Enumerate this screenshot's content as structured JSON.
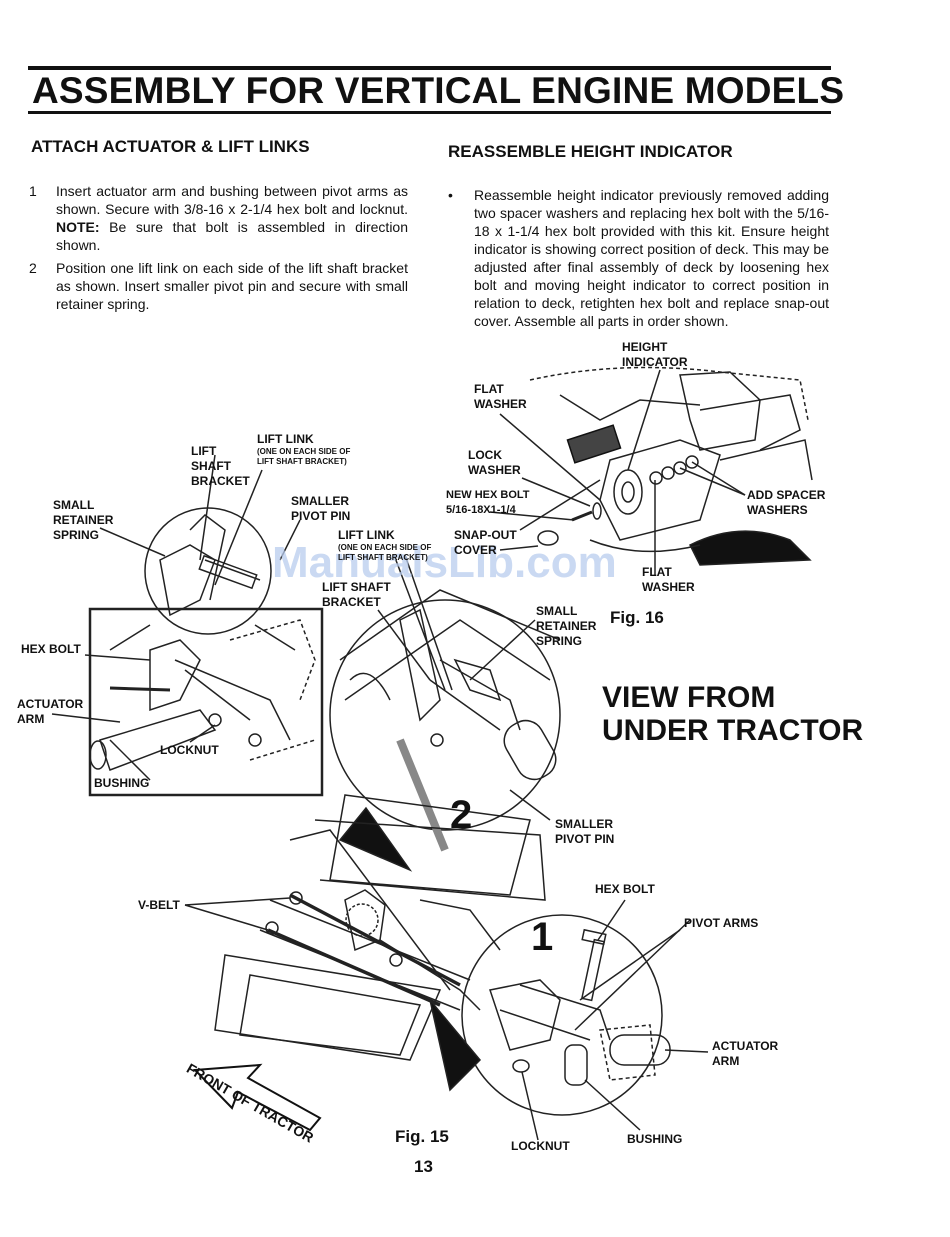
{
  "page": {
    "title": "ASSEMBLY FOR VERTICAL ENGINE MODELS",
    "page_number": "13",
    "watermark": "ManualsLib.com"
  },
  "left_section": {
    "heading": "ATTACH ACTUATOR & LIFT LINKS",
    "steps": [
      {
        "num": "1",
        "text": "Insert actuator arm and bushing between pivot arms as shown. Secure with 3/8-16 x 2-1/4 hex bolt and locknut.",
        "note_label": "NOTE:",
        "note_text": "Be sure that bolt is assembled in direction shown."
      },
      {
        "num": "2",
        "text": "Position one lift link on each side of the lift shaft bracket as shown.  Insert smaller pivot pin and secure with small retainer spring."
      }
    ]
  },
  "right_section": {
    "heading": "REASSEMBLE  HEIGHT  INDICATOR",
    "bullet": "•",
    "text": "Reassemble height indicator previously removed adding two spacer washers and replacing hex bolt with the 5/16-18 x 1-1/4 hex bolt provided with this kit.  Ensure height indicator is showing correct position of deck. This may be adjusted after final assembly of deck by loosening hex bolt and moving height indicator to correct position in relation to deck, retighten hex bolt and replace snap-out cover.  Assemble all parts in order shown."
  },
  "fig16": {
    "caption": "Fig. 16",
    "labels": {
      "height_indicator": [
        "HEIGHT",
        "INDICATOR"
      ],
      "flat_washer_top": [
        "FLAT",
        "WASHER"
      ],
      "lock_washer": [
        "LOCK",
        "WASHER"
      ],
      "new_hex_bolt": [
        "NEW HEX BOLT",
        "5/16-18X1-1/4"
      ],
      "snap_out_cover": [
        "SNAP-OUT",
        "COVER"
      ],
      "add_spacer_washers": [
        "ADD SPACER",
        "WASHERS"
      ],
      "flat_washer_bottom": [
        "FLAT",
        "WASHER"
      ]
    }
  },
  "fig15": {
    "caption": "Fig. 15",
    "view_label": [
      "VIEW FROM",
      "UNDER TRACTOR"
    ],
    "front_label": "FRONT OF TRACTOR",
    "step_markers": [
      "2",
      "1"
    ],
    "labels": {
      "lift_shaft_bracket_top": [
        "LIFT",
        "SHAFT",
        "BRACKET"
      ],
      "lift_link_top": "LIFT LINK",
      "lift_link_top_note": "(ONE ON EACH SIDE OF LIFT SHAFT BRACKET)",
      "small_retainer_spring_left": [
        "SMALL",
        "RETAINER",
        "SPRING"
      ],
      "smaller_pivot_pin_top": [
        "SMALLER",
        "PIVOT PIN"
      ],
      "lift_link_mid": "LIFT LINK",
      "lift_link_mid_note": "(ONE ON EACH SIDE OF LIFT SHAFT BRACKET)",
      "lift_shaft_bracket_mid": [
        "LIFT SHAFT",
        "BRACKET"
      ],
      "small_retainer_spring_mid": [
        "SMALL",
        "RETAINER",
        "SPRING"
      ],
      "hex_bolt_left": "HEX BOLT",
      "actuator_arm_left": [
        "ACTUATOR",
        "ARM"
      ],
      "locknut_left": "LOCKNUT",
      "bushing_left": "BUSHING",
      "smaller_pivot_pin_mid": [
        "SMALLER",
        "PIVOT PIN"
      ],
      "v_belt": "V-BELT",
      "hex_bolt_right": "HEX BOLT",
      "pivot_arms": "PIVOT ARMS",
      "actuator_arm_right": [
        "ACTUATOR",
        "ARM"
      ],
      "locknut_bottom": "LOCKNUT",
      "bushing_bottom": "BUSHING"
    }
  }
}
